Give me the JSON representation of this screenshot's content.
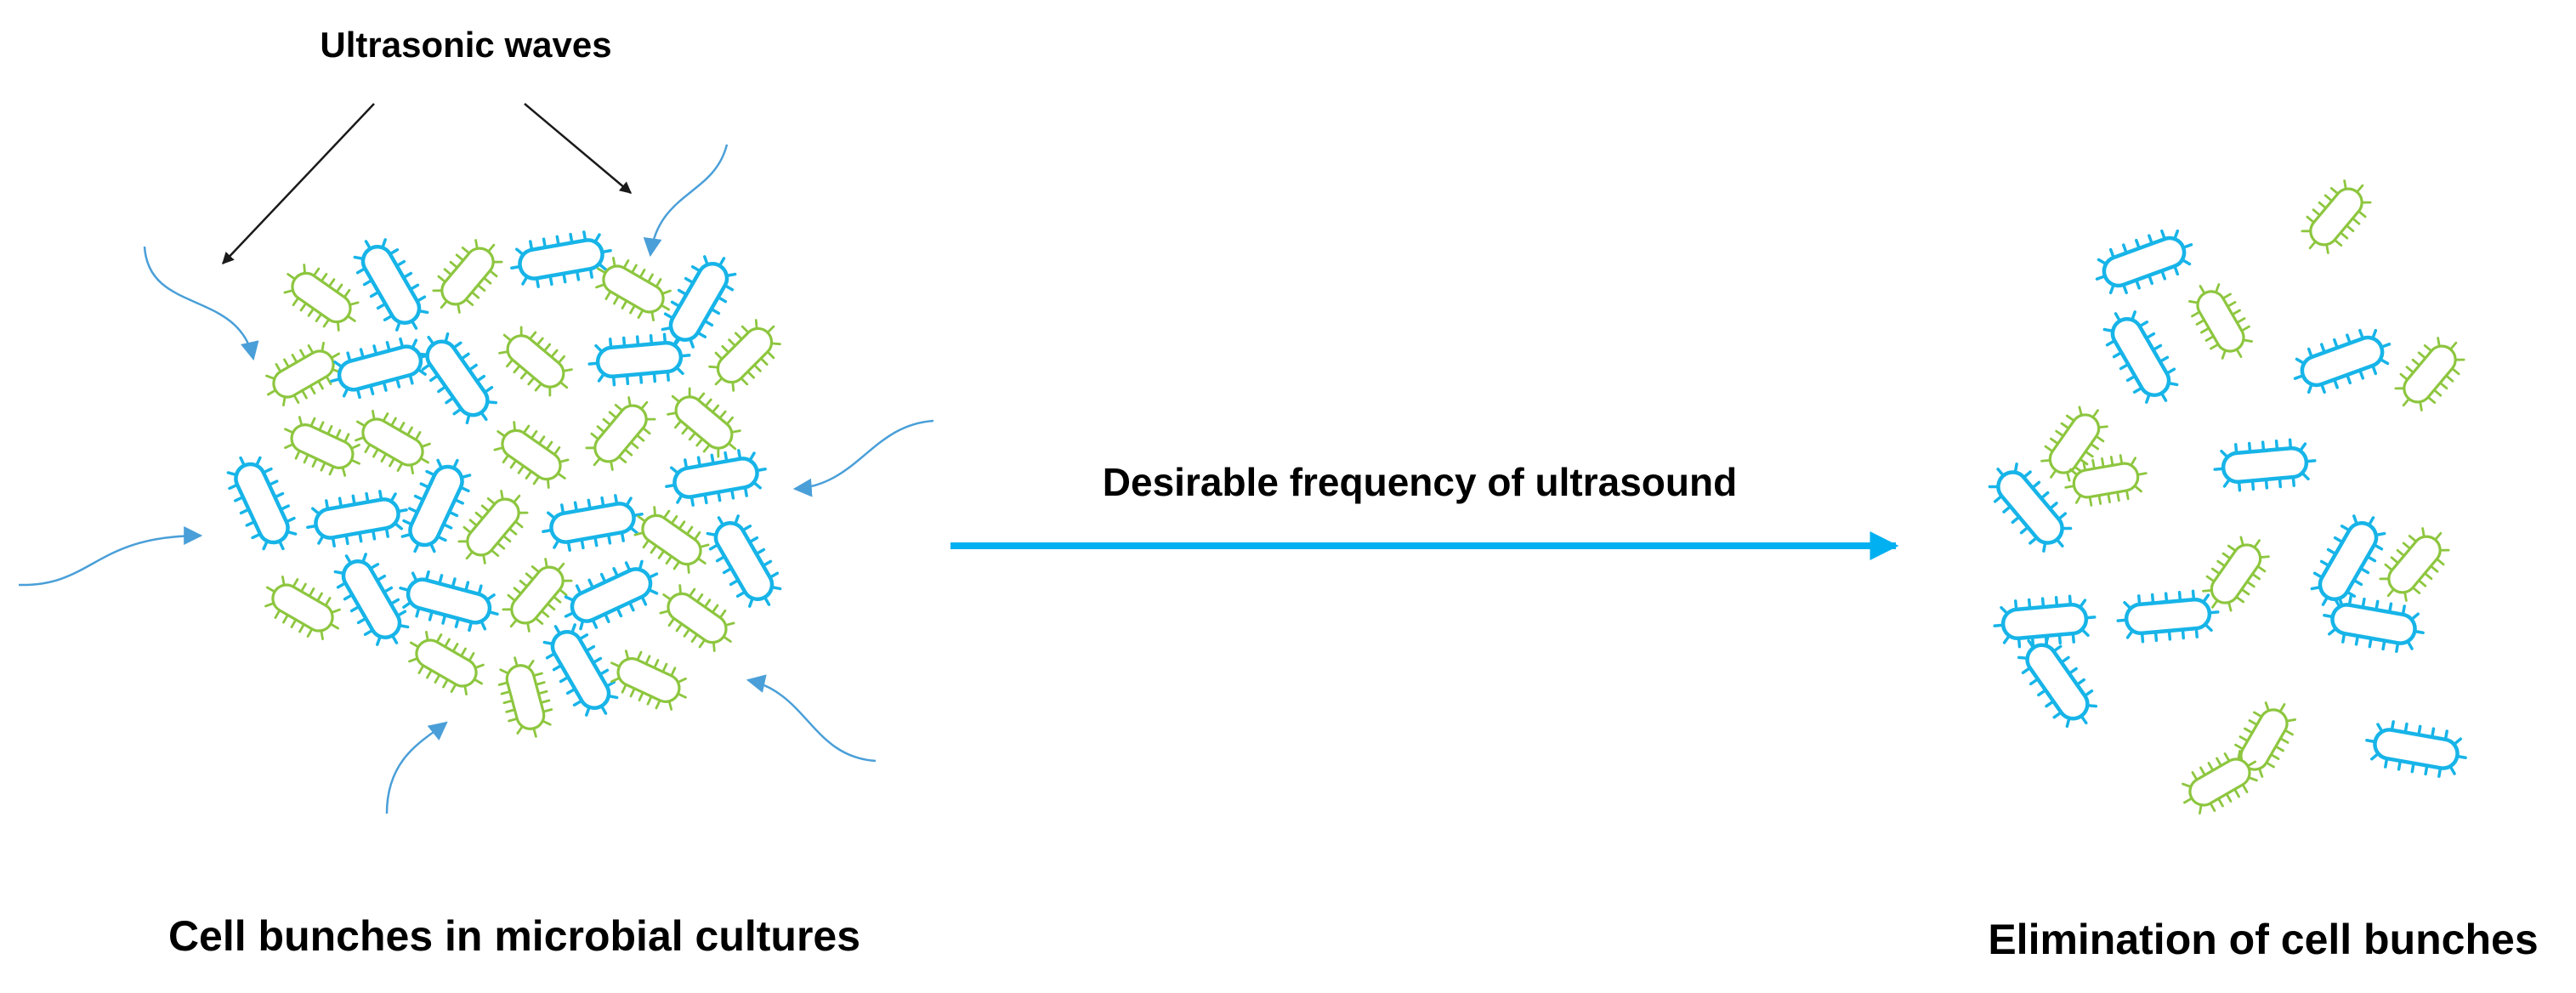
{
  "labels": {
    "ultrasonic_waves": "Ultrasonic waves",
    "process": "Desirable frequency of ultrasound",
    "left_caption": "Cell bunches in microbial cultures",
    "right_caption": "Elimination of cell bunches"
  },
  "colors": {
    "blue_cell": "#17B4E8",
    "green_cell": "#8DC63F",
    "wave": "#4A9FD8",
    "process_arrow": "#00B0F0",
    "pointer": "#1A1A1A"
  },
  "icons": {
    "cell": "rod-bacterium-icon",
    "wave": "curved-wave-arrow-icon"
  }
}
